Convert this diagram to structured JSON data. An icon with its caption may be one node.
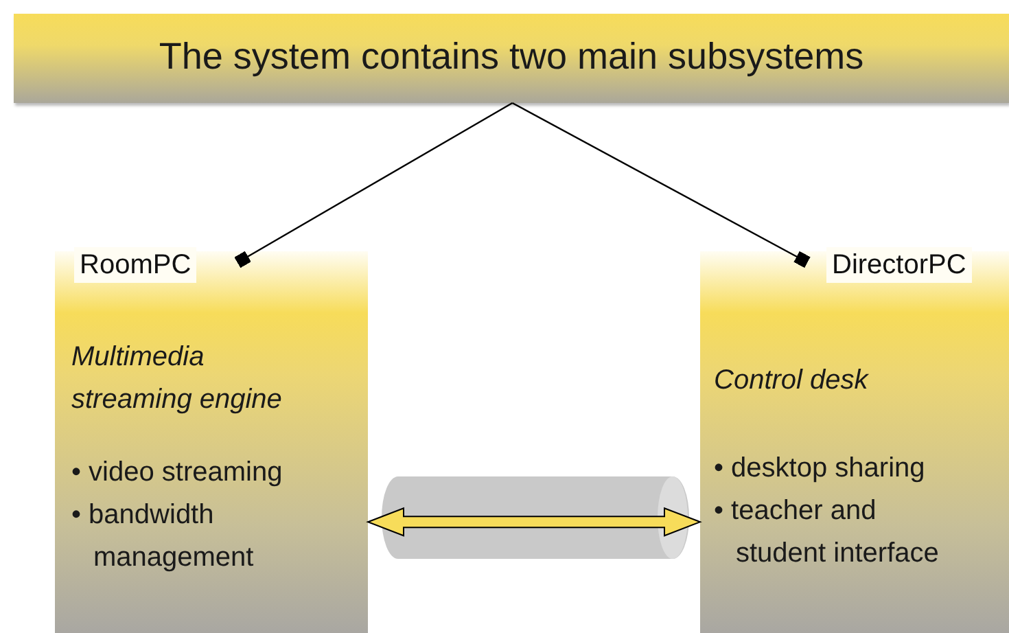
{
  "diagram": {
    "nodes": [
      {
        "text": [
          "The system contains two main subsystems"
        ]
      },
      {
        "text": [
          "RoomPC",
          "Multimedia streaming engine",
          "• video streaming",
          "• bandwidth management"
        ]
      },
      {
        "text": [
          "DirectorPC",
          "Control desk",
          "• desktop sharing",
          "• teacher and student interface"
        ]
      }
    ],
    "edges": [
      {
        "from": 0,
        "to": 1,
        "arrow": "other"
      },
      {
        "from": 0,
        "to": 2,
        "arrow": "other"
      },
      {
        "from": 1,
        "to": 2,
        "arrow": "both",
        "style": "thick",
        "color": "#f7dc5a"
      }
    ]
  }
}
